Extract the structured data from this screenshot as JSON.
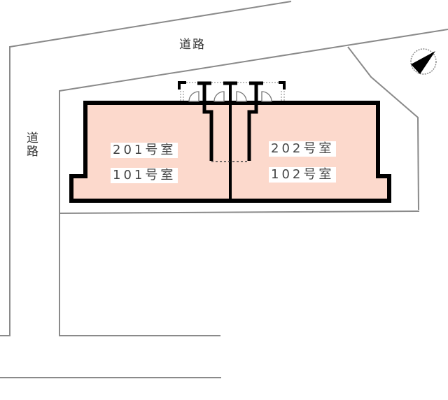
{
  "site_plan": {
    "roads": {
      "top_label": "道路",
      "left_label": "道路"
    },
    "units": {
      "left": {
        "upper": "201号室",
        "lower": "101号室"
      },
      "right": {
        "upper": "202号室",
        "lower": "102号室"
      }
    },
    "compass": {
      "icon": "north-arrow-icon"
    },
    "colors": {
      "building_fill": "#fcd9cc",
      "wall": "#000000",
      "boundary": "#8a8a8a",
      "background": "#ffffff"
    }
  }
}
